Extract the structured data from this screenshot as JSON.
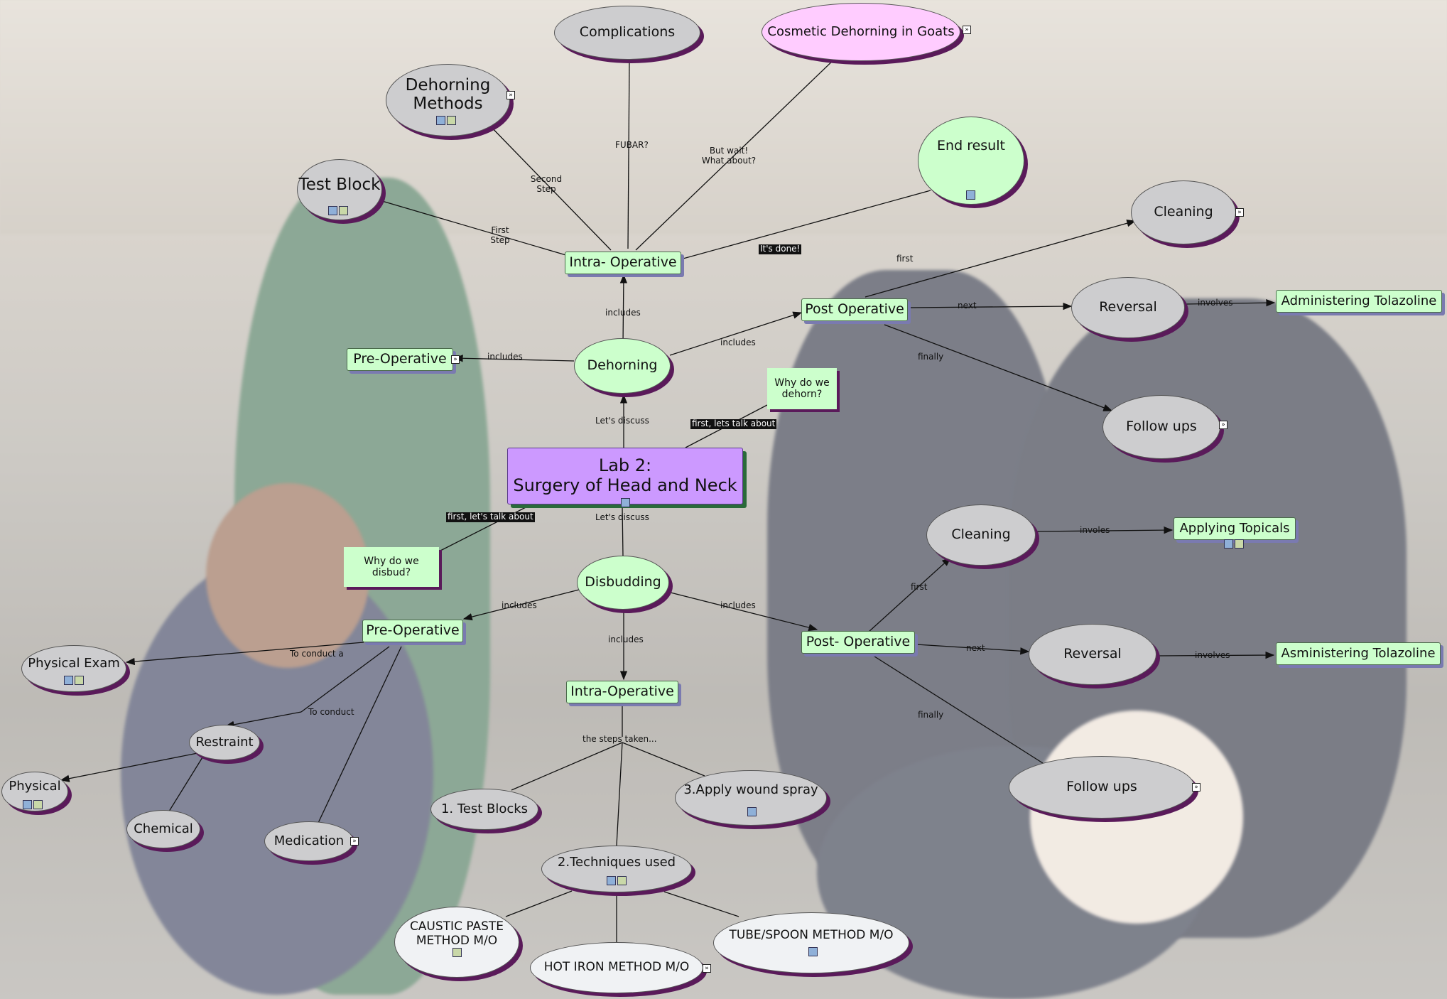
{
  "center": {
    "line1": "Lab 2:",
    "line2": "Surgery of Head and Neck"
  },
  "nodes": {
    "complications": "Complications",
    "cosmetic": "Cosmetic Dehorning in Goats",
    "dehorning_methods": "Dehorning Methods",
    "test_block": "Test Block",
    "end_result": "End result",
    "cleaning_top": "Cleaning",
    "intra_operative_top": "Intra- Operative",
    "post_operative_top": "Post Operative",
    "reversal_top": "Reversal",
    "administering": "Administering Tolazoline",
    "pre_operative_top": "Pre-Operative",
    "dehorning": "Dehorning",
    "why_dehorn": "Why do we dehorn?",
    "follow_ups_top": "Follow ups",
    "why_disbud": "Why do we disbud?",
    "disbudding": "Disbudding",
    "cleaning_bottom": "Cleaning",
    "applying_topicals": "Applying Topicals",
    "pre_operative_bottom": "Pre-Operative",
    "physical_exam": "Physical Exam",
    "post_operative_bottom": "Post- Operative",
    "reversal_bottom": "Reversal",
    "asministering": "Asministering Tolazoline",
    "restraint": "Restraint",
    "intra_operative_bottom": "Intra-Operative",
    "physical": "Physical",
    "chemical": "Chemical",
    "medication": "Medication",
    "test_blocks": "1. Test Blocks",
    "apply_wound": "3.Apply wound spray",
    "follow_ups_bottom": "Follow ups",
    "techniques": "2.Techniques used",
    "caustic": "CAUSTIC PASTE METHOD M/O",
    "tube_spoon": "TUBE/SPOON METHOD M/O",
    "hot_iron": "HOT IRON METHOD M/O"
  },
  "links": {
    "fubar": "FUBAR?",
    "but_wait": "But wait! What about?",
    "second_step": "Second Step",
    "first_step": "First Step",
    "its_done": "It's done!",
    "first_top": "first",
    "next_top": "next",
    "involves_top": "involves",
    "finally_top": "finally",
    "includes_intra": "includes",
    "includes_pre": "includes",
    "includes_post": "includes",
    "lets_discuss_up": "Let's discuss",
    "first_lets_talk_dehorn": "first, lets talk about",
    "first_lets_talk_disbud": "first, let's talk about",
    "lets_discuss_down": "Let's discuss",
    "includes_pre_b": "includes",
    "includes_post_b": "includes",
    "includes_intra_b": "includes",
    "first_bottom": "first",
    "involes": "involes",
    "next_bottom": "next",
    "involves_bottom": "involves",
    "finally_bottom": "finally",
    "to_conduct_a": "To conduct a",
    "to_conduct": "To conduct",
    "steps_taken": "the steps taken..."
  },
  "colors": {
    "node_grey": "#cdcdcf",
    "node_green": "#ccffcc",
    "node_pink": "#ffccff",
    "center_purple": "#cc99ff",
    "shadow": "#5a1a5a"
  },
  "icons": [
    "image-icon",
    "document-icon",
    "expand-icon"
  ]
}
